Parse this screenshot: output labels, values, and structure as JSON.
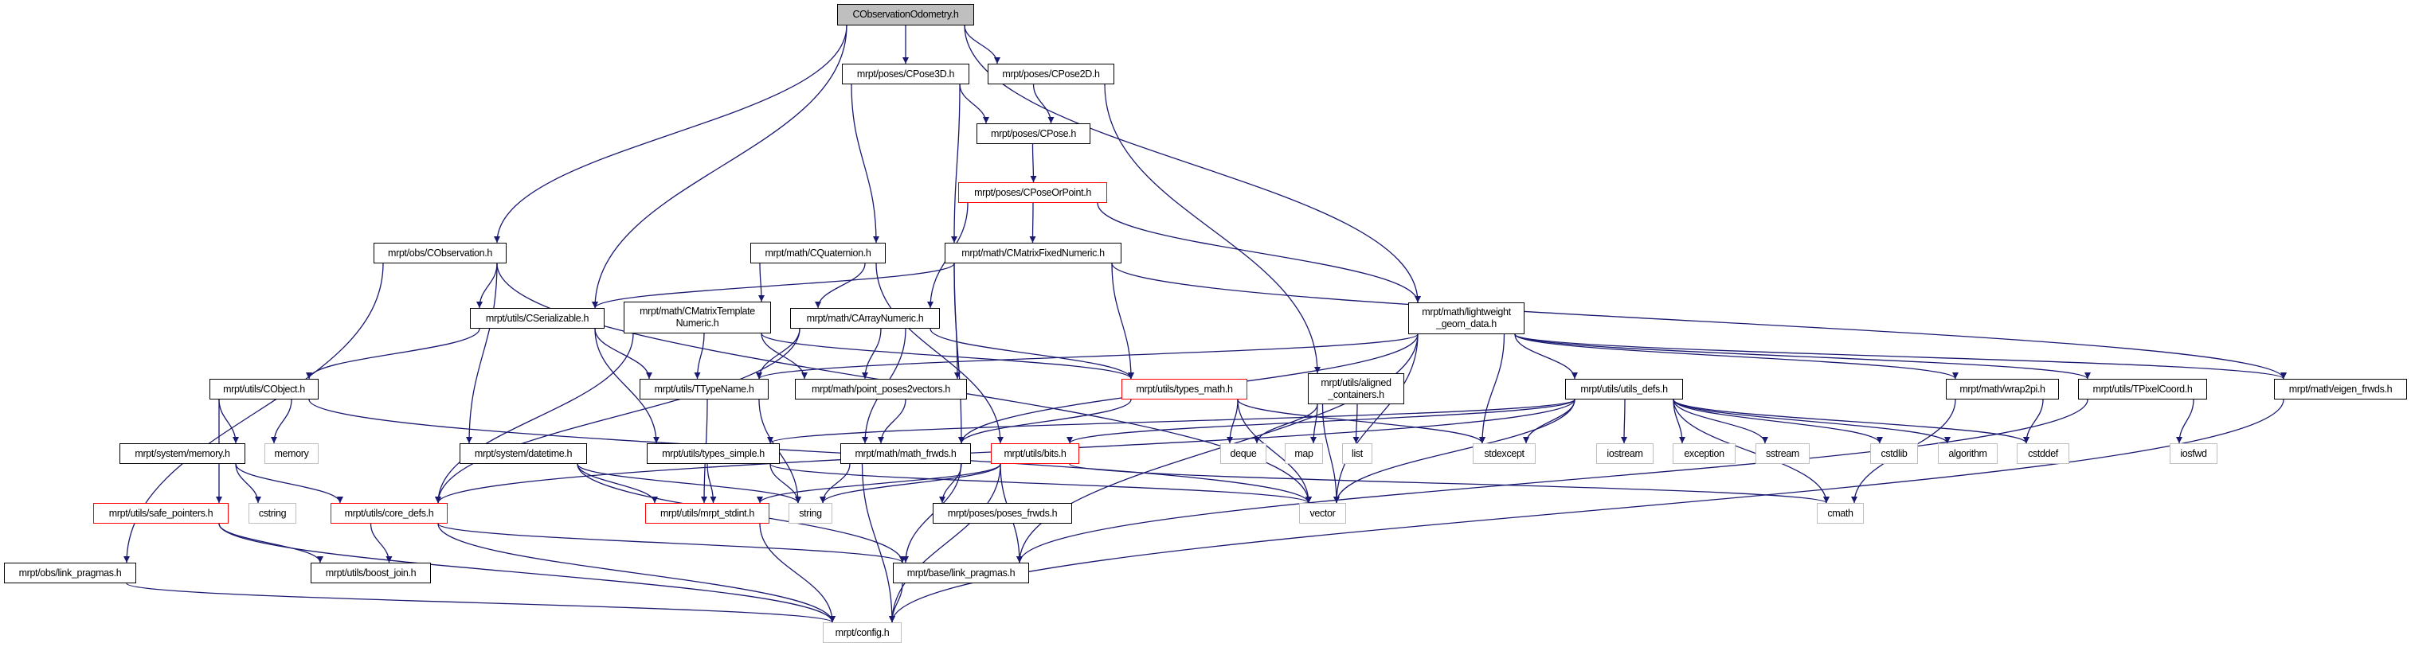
{
  "colors": {
    "edge": "#191970",
    "root_fill": "#bfbfbf",
    "incomplete_border": "#ff0000",
    "system_border": "#bfbfbf"
  },
  "nodes": {
    "root": {
      "label": "CObservationOdometry.h"
    },
    "cpose3d": {
      "label": "mrpt/poses/CPose3D.h"
    },
    "cpose2d": {
      "label": "mrpt/poses/CPose2D.h"
    },
    "cpose": {
      "label": "mrpt/poses/CPose.h"
    },
    "cposeorpoint": {
      "label": "mrpt/poses/CPoseOrPoint.h"
    },
    "cobservation": {
      "label": "mrpt/obs/CObservation.h"
    },
    "cquaternion": {
      "label": "mrpt/math/CQuaternion.h"
    },
    "cmatrixfixed": {
      "label": "mrpt/math/CMatrixFixedNumeric.h"
    },
    "cserializable": {
      "label": "mrpt/utils/CSerializable.h"
    },
    "cmatrixtemplate": {
      "label": "mrpt/math/CMatrixTemplate\nNumeric.h"
    },
    "carraynumeric": {
      "label": "mrpt/math/CArrayNumeric.h"
    },
    "lightweight": {
      "label": "mrpt/math/lightweight\n_geom_data.h"
    },
    "cobject": {
      "label": "mrpt/utils/CObject.h"
    },
    "ttypename": {
      "label": "mrpt/utils/TTypeName.h"
    },
    "pointposes": {
      "label": "mrpt/math/point_poses2vectors.h"
    },
    "typesmath": {
      "label": "mrpt/utils/types_math.h"
    },
    "aligned": {
      "label": "mrpt/utils/aligned\n_containers.h"
    },
    "utilsdefs": {
      "label": "mrpt/utils/utils_defs.h"
    },
    "wrap2pi": {
      "label": "mrpt/math/wrap2pi.h"
    },
    "tpixel": {
      "label": "mrpt/utils/TPixelCoord.h"
    },
    "eigen": {
      "label": "mrpt/math/eigen_frwds.h"
    },
    "memoryh": {
      "label": "mrpt/system/memory.h"
    },
    "memory": {
      "label": "memory"
    },
    "datetime": {
      "label": "mrpt/system/datetime.h"
    },
    "typessimple": {
      "label": "mrpt/utils/types_simple.h"
    },
    "mathfrwds": {
      "label": "mrpt/math/math_frwds.h"
    },
    "bits": {
      "label": "mrpt/utils/bits.h"
    },
    "deque": {
      "label": "deque"
    },
    "map": {
      "label": "map"
    },
    "list": {
      "label": "list"
    },
    "stdexcept": {
      "label": "stdexcept"
    },
    "iostream": {
      "label": "iostream"
    },
    "exception": {
      "label": "exception"
    },
    "sstream": {
      "label": "sstream"
    },
    "cstdlib": {
      "label": "cstdlib"
    },
    "algorithm": {
      "label": "algorithm"
    },
    "cstddef": {
      "label": "cstddef"
    },
    "iosfwd": {
      "label": "iosfwd"
    },
    "safepointers": {
      "label": "mrpt/utils/safe_pointers.h"
    },
    "cstring": {
      "label": "cstring"
    },
    "coredefs": {
      "label": "mrpt/utils/core_defs.h"
    },
    "mrptstdint": {
      "label": "mrpt/utils/mrpt_stdint.h"
    },
    "string": {
      "label": "string"
    },
    "posesfrwds": {
      "label": "mrpt/poses/poses_frwds.h"
    },
    "vector": {
      "label": "vector"
    },
    "cmath": {
      "label": "cmath"
    },
    "obslink": {
      "label": "mrpt/obs/link_pragmas.h"
    },
    "boostjoin": {
      "label": "mrpt/utils/boost_join.h"
    },
    "baselink": {
      "label": "mrpt/base/link_pragmas.h"
    },
    "config": {
      "label": "mrpt/config.h"
    }
  },
  "edges": [
    [
      "root",
      "cobservation"
    ],
    [
      "root",
      "cserializable"
    ],
    [
      "root",
      "cpose3d"
    ],
    [
      "root",
      "cpose2d"
    ],
    [
      "root",
      "lightweight"
    ],
    [
      "cpose3d",
      "cpose"
    ],
    [
      "cpose3d",
      "cquaternion"
    ],
    [
      "cpose3d",
      "cmatrixfixed"
    ],
    [
      "cpose2d",
      "cpose"
    ],
    [
      "cpose2d",
      "aligned"
    ],
    [
      "cpose",
      "cposeorpoint"
    ],
    [
      "cposeorpoint",
      "carraynumeric"
    ],
    [
      "cposeorpoint",
      "cmatrixfixed"
    ],
    [
      "cposeorpoint",
      "lightweight"
    ],
    [
      "cobservation",
      "cserializable"
    ],
    [
      "cobservation",
      "obslink"
    ],
    [
      "cobservation",
      "datetime"
    ],
    [
      "cobservation",
      "vector"
    ],
    [
      "cquaternion",
      "cmatrixtemplate"
    ],
    [
      "cquaternion",
      "carraynumeric"
    ],
    [
      "cquaternion",
      "bits"
    ],
    [
      "cmatrixfixed",
      "cserializable"
    ],
    [
      "cmatrixfixed",
      "pointposes"
    ],
    [
      "cmatrixfixed",
      "mathfrwds"
    ],
    [
      "cmatrixfixed",
      "typesmath"
    ],
    [
      "cmatrixfixed",
      "eigen"
    ],
    [
      "cserializable",
      "cobject"
    ],
    [
      "cserializable",
      "ttypename"
    ],
    [
      "cserializable",
      "typessimple"
    ],
    [
      "cmatrixtemplate",
      "ttypename"
    ],
    [
      "cmatrixtemplate",
      "pointposes"
    ],
    [
      "cmatrixtemplate",
      "coredefs"
    ],
    [
      "cmatrixtemplate",
      "typesmath"
    ],
    [
      "carraynumeric",
      "ttypename"
    ],
    [
      "carraynumeric",
      "pointposes"
    ],
    [
      "carraynumeric",
      "typesmath"
    ],
    [
      "carraynumeric",
      "coredefs"
    ],
    [
      "carraynumeric",
      "mathfrwds"
    ],
    [
      "lightweight",
      "ttypename"
    ],
    [
      "lightweight",
      "mathfrwds"
    ],
    [
      "lightweight",
      "baselink"
    ],
    [
      "lightweight",
      "vector"
    ],
    [
      "lightweight",
      "stdexcept"
    ],
    [
      "lightweight",
      "utilsdefs"
    ],
    [
      "lightweight",
      "wrap2pi"
    ],
    [
      "lightweight",
      "tpixel"
    ],
    [
      "lightweight",
      "eigen"
    ],
    [
      "aligned",
      "deque"
    ],
    [
      "aligned",
      "map"
    ],
    [
      "aligned",
      "list"
    ],
    [
      "aligned",
      "vector"
    ],
    [
      "typesmath",
      "mathfrwds"
    ],
    [
      "typesmath",
      "deque"
    ],
    [
      "typesmath",
      "vector"
    ],
    [
      "typesmath",
      "stdexcept"
    ],
    [
      "cobject",
      "memoryh"
    ],
    [
      "cobject",
      "memory"
    ],
    [
      "cobject",
      "safepointers"
    ],
    [
      "cobject",
      "vector"
    ],
    [
      "ttypename",
      "mrptstdint"
    ],
    [
      "ttypename",
      "string"
    ],
    [
      "pointposes",
      "mathfrwds"
    ],
    [
      "utilsdefs",
      "coredefs"
    ],
    [
      "utilsdefs",
      "bits"
    ],
    [
      "utilsdefs",
      "typessimple"
    ],
    [
      "utilsdefs",
      "stdexcept"
    ],
    [
      "utilsdefs",
      "iostream"
    ],
    [
      "utilsdefs",
      "exception"
    ],
    [
      "utilsdefs",
      "sstream"
    ],
    [
      "utilsdefs",
      "cstdlib"
    ],
    [
      "utilsdefs",
      "algorithm"
    ],
    [
      "utilsdefs",
      "cstddef"
    ],
    [
      "utilsdefs",
      "cmath"
    ],
    [
      "utilsdefs",
      "vector"
    ],
    [
      "wrap2pi",
      "cstddef"
    ],
    [
      "wrap2pi",
      "cmath"
    ],
    [
      "tpixel",
      "iosfwd"
    ],
    [
      "tpixel",
      "baselink"
    ],
    [
      "eigen",
      "config"
    ],
    [
      "memoryh",
      "cstring"
    ],
    [
      "memoryh",
      "coredefs"
    ],
    [
      "datetime",
      "mrptstdint"
    ],
    [
      "datetime",
      "string"
    ],
    [
      "datetime",
      "baselink"
    ],
    [
      "typessimple",
      "mrptstdint"
    ],
    [
      "typessimple",
      "string"
    ],
    [
      "typessimple",
      "vector"
    ],
    [
      "mathfrwds",
      "string"
    ],
    [
      "mathfrwds",
      "posesfrwds"
    ],
    [
      "mathfrwds",
      "baselink"
    ],
    [
      "mathfrwds",
      "config"
    ],
    [
      "bits",
      "mrptstdint"
    ],
    [
      "bits",
      "string"
    ],
    [
      "bits",
      "baselink"
    ],
    [
      "bits",
      "config"
    ],
    [
      "bits",
      "cmath"
    ],
    [
      "safepointers",
      "boostjoin"
    ],
    [
      "safepointers",
      "config"
    ],
    [
      "coredefs",
      "boostjoin"
    ],
    [
      "coredefs",
      "baselink"
    ],
    [
      "coredefs",
      "config"
    ],
    [
      "obslink",
      "config"
    ],
    [
      "mrptstdint",
      "config"
    ],
    [
      "baselink",
      "config"
    ]
  ]
}
